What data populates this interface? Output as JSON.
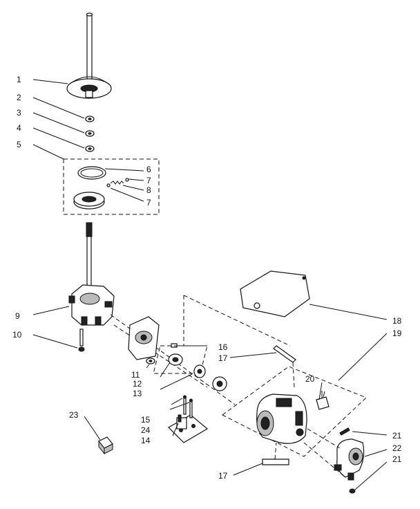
{
  "callouts": [
    {
      "id": "c1",
      "label": "1"
    },
    {
      "id": "c2",
      "label": "2"
    },
    {
      "id": "c3",
      "label": "3"
    },
    {
      "id": "c4",
      "label": "4"
    },
    {
      "id": "c5",
      "label": "5"
    },
    {
      "id": "c6",
      "label": "6"
    },
    {
      "id": "c7a",
      "label": "7"
    },
    {
      "id": "c8",
      "label": "8"
    },
    {
      "id": "c7b",
      "label": "7"
    },
    {
      "id": "c9",
      "label": "9"
    },
    {
      "id": "c10",
      "label": "10"
    },
    {
      "id": "c11",
      "label": "11"
    },
    {
      "id": "c12",
      "label": "12"
    },
    {
      "id": "c13",
      "label": "13"
    },
    {
      "id": "c14",
      "label": "14"
    },
    {
      "id": "c15",
      "label": "15"
    },
    {
      "id": "c16",
      "label": "16"
    },
    {
      "id": "c17a",
      "label": "17"
    },
    {
      "id": "c17b",
      "label": "17"
    },
    {
      "id": "c18",
      "label": "18"
    },
    {
      "id": "c19",
      "label": "19"
    },
    {
      "id": "c20",
      "label": "20"
    },
    {
      "id": "c21a",
      "label": "21"
    },
    {
      "id": "c22",
      "label": "22"
    },
    {
      "id": "c21b",
      "label": "21"
    },
    {
      "id": "c23",
      "label": "23"
    },
    {
      "id": "c24",
      "label": "24"
    }
  ]
}
